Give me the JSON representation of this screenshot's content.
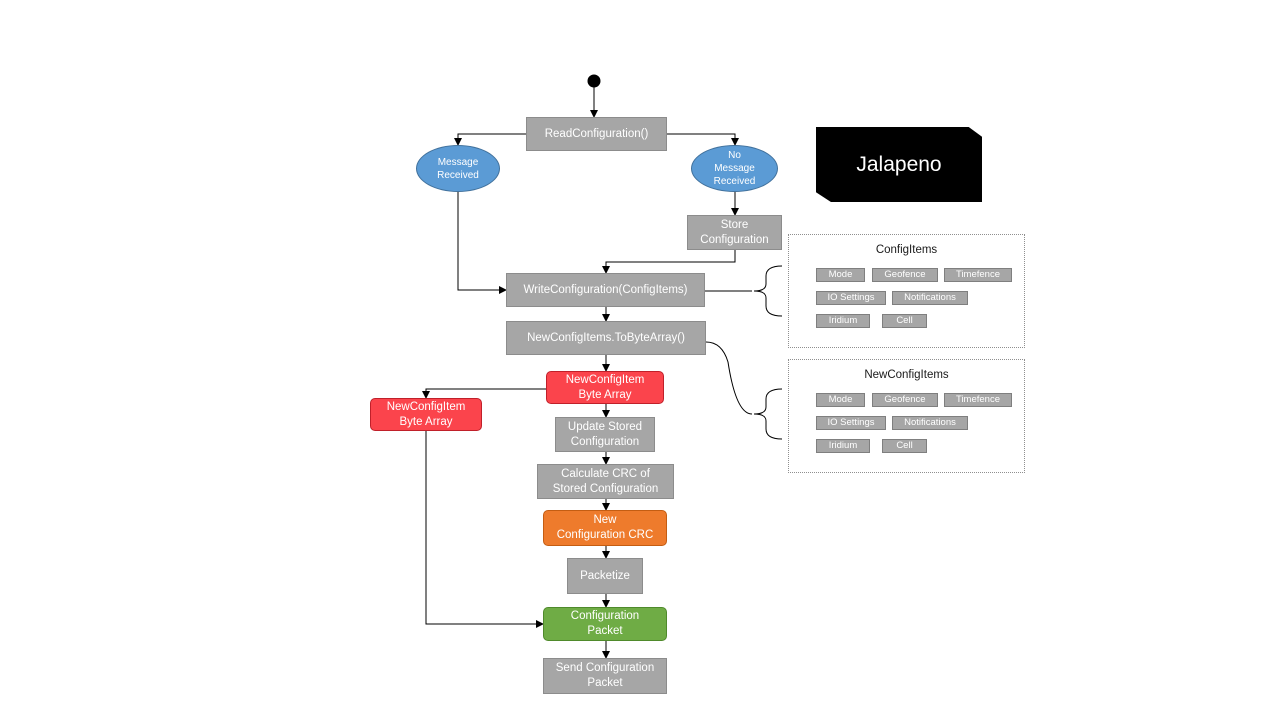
{
  "nodes": {
    "read_configuration": "ReadConfiguration()",
    "message_received": "Message\nReceived",
    "no_message_received": "No\nMessage\nReceived",
    "store_configuration": "Store\nConfiguration",
    "write_configuration": "WriteConfiguration(ConfigItems)",
    "to_byte_array": "NewConfigItems.ToByteArray()",
    "byte_array_center": "NewConfigItem\nByte Array",
    "byte_array_left": "NewConfigItem\nByte Array",
    "update_stored": "Update Stored\nConfiguration",
    "calculate_crc": "Calculate CRC of\nStored Configuration",
    "new_crc": "New\nConfiguration CRC",
    "packetize": "Packetize",
    "configuration_packet": "Configuration\nPacket",
    "send_packet": "Send Configuration\nPacket"
  },
  "brand": "Jalapeno",
  "config_items_panel": {
    "title": "ConfigItems",
    "items": [
      "Mode",
      "Geofence",
      "Timefence",
      "IO Settings",
      "Notifications",
      "Iridium",
      "Cell"
    ]
  },
  "new_config_items_panel": {
    "title": "NewConfigItems",
    "items": [
      "Mode",
      "Geofence",
      "Timefence",
      "IO Settings",
      "Notifications",
      "Iridium",
      "Cell"
    ]
  },
  "colors": {
    "process": "#a6a6a6",
    "decision": "#5b9bd5",
    "byte_array": "#fb444c",
    "crc": "#ee7b2c",
    "packet": "#6fac45",
    "brand_bg": "#000000"
  }
}
